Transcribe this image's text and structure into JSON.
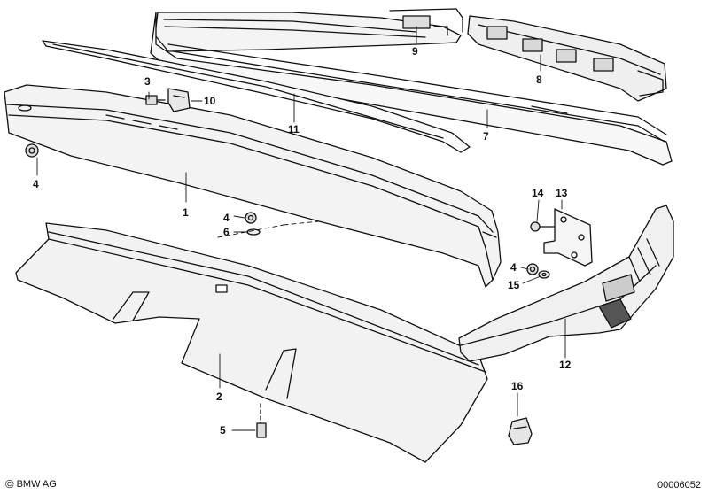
{
  "diagram": {
    "callouts": {
      "p1": "1",
      "p2": "2",
      "p3": "3",
      "p4a": "4",
      "p4b": "4",
      "p4c": "4",
      "p5": "5",
      "p6": "6",
      "p7": "7",
      "p8": "8",
      "p9": "9",
      "p10": "10",
      "p11": "11",
      "p12": "12",
      "p13": "13",
      "p14": "14",
      "p15": "15",
      "p16": "16"
    }
  },
  "footer": {
    "copyright_symbol": "©",
    "copyright_text": "BMW AG",
    "document_number": "00006052"
  }
}
